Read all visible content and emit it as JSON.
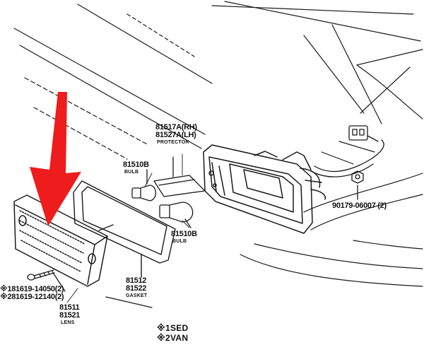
{
  "parts": {
    "protector": {
      "number_rh": "81517A(RH)",
      "number_lh": "81527A(LH)",
      "name": "PROTECTOR"
    },
    "bulb_upper": {
      "number": "81510B",
      "name": "BULB"
    },
    "bulb_lower": {
      "number": "81510B",
      "name": "BULB"
    },
    "nut": {
      "number": "90179-06007 (2)"
    },
    "gasket": {
      "number_1": "81512",
      "number_2": "81522",
      "name": "GASKET"
    },
    "screw": {
      "number_1": "※181619-14050(2)",
      "number_2": "※281619-12140(2)"
    },
    "lens": {
      "number_1": "81511",
      "number_2": "81521",
      "name": "LENS"
    }
  },
  "legend": {
    "line_1": "※1SED",
    "line_2": "※2VAN"
  },
  "colors": {
    "arrow": "#ee1c1c",
    "ink": "#1a1a1a"
  }
}
